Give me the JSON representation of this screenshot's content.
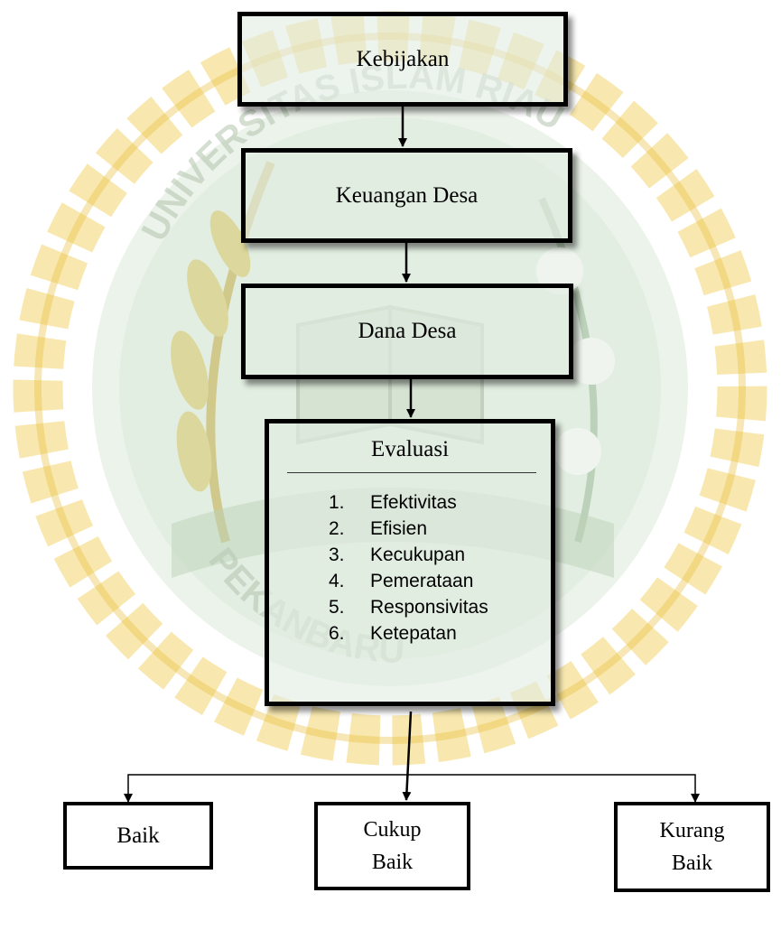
{
  "watermark": {
    "ring_text_top": "UNIVERSITAS ISLAM RIAU",
    "ring_text_bottom": "PEKANBARU",
    "colors": {
      "green": "#2e8b3e",
      "green_light": "#d9ead8",
      "yellow": "#f2c42e",
      "yellow_light": "#f8e6a0"
    }
  },
  "nodes": {
    "kebijakan": "Kebijakan",
    "keuangan": "Keuangan Desa",
    "dana": "Dana Desa",
    "evaluasi": {
      "title": "Evaluasi",
      "items": [
        {
          "num": "1.",
          "label": "Efektivitas"
        },
        {
          "num": "2.",
          "label": "Efisien"
        },
        {
          "num": "3.",
          "label": "Kecukupan"
        },
        {
          "num": "4.",
          "label": "Pemerataan"
        },
        {
          "num": "5.",
          "label": "Responsivitas"
        },
        {
          "num": "6.",
          "label": "Ketepatan"
        }
      ]
    },
    "baik": "Baik",
    "cukup": {
      "line1": "Cukup",
      "line2": "Baik"
    },
    "kurang": {
      "line1": "Kurang",
      "line2": "Baik"
    }
  }
}
